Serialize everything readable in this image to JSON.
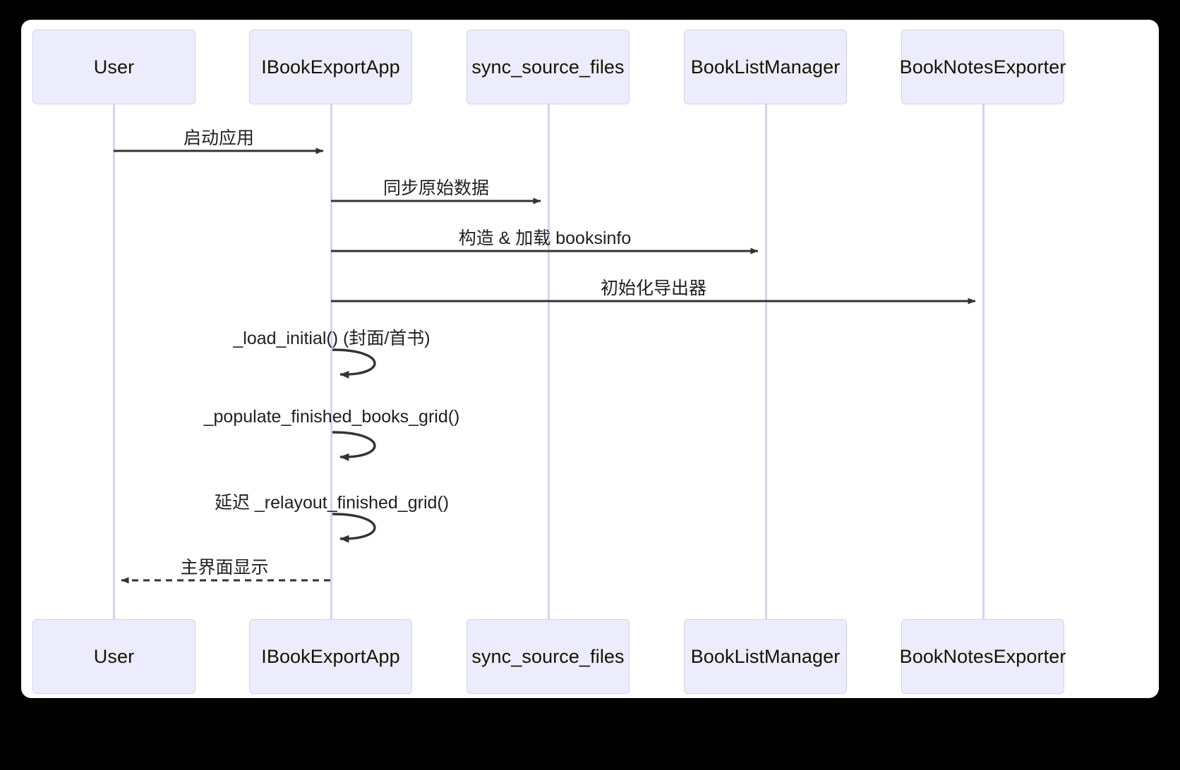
{
  "diagram": {
    "kind": "sequence-diagram",
    "background_color": "#000000",
    "card_color": "#ffffff",
    "actor_fill": "#ececfc",
    "actor_border": "#d4d1ef",
    "lifeline_color": "#d6d3ee",
    "arrow_color": "#333333",
    "text_color": "#1f1f1f"
  },
  "participants": [
    {
      "id": "user",
      "label": "User"
    },
    {
      "id": "app",
      "label": "IBookExportApp"
    },
    {
      "id": "sync",
      "label": "sync_source_files"
    },
    {
      "id": "booklist",
      "label": "BookListManager"
    },
    {
      "id": "exporter",
      "label": "BookNotesExporter"
    }
  ],
  "participants_bottom": [
    {
      "id": "user",
      "label": "User"
    },
    {
      "id": "app",
      "label": "IBookExportApp"
    },
    {
      "id": "sync",
      "label": "sync_source_files"
    },
    {
      "id": "booklist",
      "label": "BookListManager"
    },
    {
      "id": "exporter",
      "label": "BookNotesExporter"
    }
  ],
  "messages": [
    {
      "index": 1,
      "from": "user",
      "to": "app",
      "label": "启动应用",
      "style": "solid",
      "type": "call"
    },
    {
      "index": 2,
      "from": "app",
      "to": "sync",
      "label": "同步原始数据",
      "style": "solid",
      "type": "call"
    },
    {
      "index": 3,
      "from": "app",
      "to": "booklist",
      "label": "构造 & 加载 booksinfo",
      "style": "solid",
      "type": "call"
    },
    {
      "index": 4,
      "from": "app",
      "to": "exporter",
      "label": "初始化导出器",
      "style": "solid",
      "type": "call"
    },
    {
      "index": 5,
      "from": "app",
      "to": "app",
      "label": "_load_initial() (封面/首书)",
      "style": "solid",
      "type": "self"
    },
    {
      "index": 6,
      "from": "app",
      "to": "app",
      "label": "_populate_finished_books_grid()",
      "style": "solid",
      "type": "self"
    },
    {
      "index": 7,
      "from": "app",
      "to": "app",
      "label": "延迟 _relayout_finished_grid()",
      "style": "solid",
      "type": "self"
    },
    {
      "index": 8,
      "from": "app",
      "to": "user",
      "label": "主界面显示",
      "style": "dashed",
      "type": "return"
    }
  ]
}
